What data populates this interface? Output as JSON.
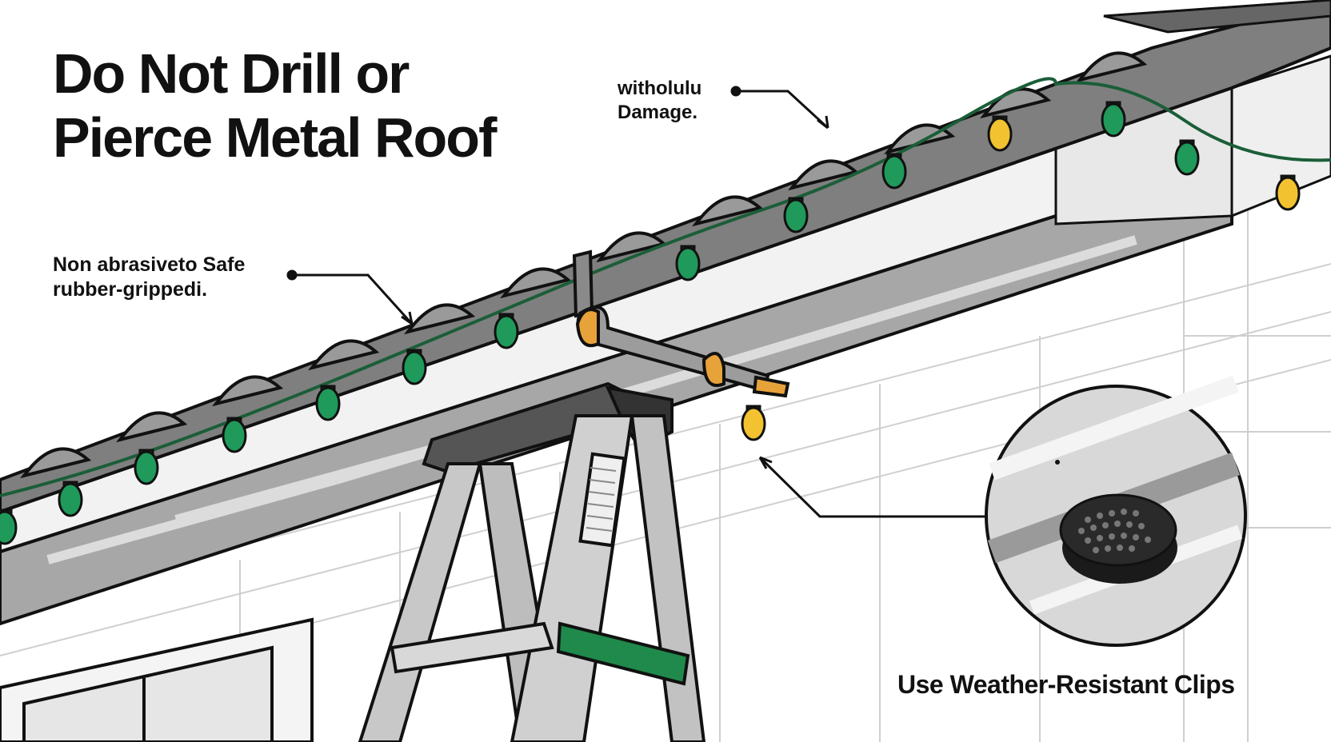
{
  "title": {
    "line1": "Do Not Drill or",
    "line2": "Pierce Metal Roof"
  },
  "callouts": {
    "top": {
      "line1": "witholulu",
      "line2": "Damage."
    },
    "left": {
      "line1": "Non abrasiveto Safe",
      "line2": "rubber-grippedi."
    },
    "bottom": {
      "text": "Use Weather-Resistant Clips"
    }
  },
  "colors": {
    "outline": "#111111",
    "roof": "#8c8c8c",
    "fascia": "#efefef",
    "soffit": "#b5b5b5",
    "bulb_green": "#1f9a5a",
    "bulb_yellow": "#f2c230",
    "clip_orange": "#e8a23a",
    "ladder": "#c8c8c8",
    "ladder_brace": "#1f8a4c"
  },
  "icons": {
    "bulb": "christmas-bulb-icon",
    "clip": "gutter-clip-icon",
    "pad": "rubber-pad-icon"
  }
}
